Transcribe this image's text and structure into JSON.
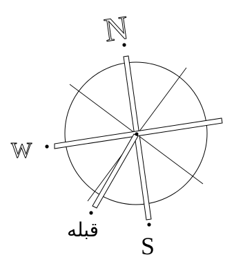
{
  "compass": {
    "north_label": "N",
    "south_label": "S",
    "west_label": "W",
    "qibla_label": "قبله"
  },
  "colors": {
    "stroke": "#000000",
    "background": "#ffffff",
    "fill": "#ffffff"
  }
}
